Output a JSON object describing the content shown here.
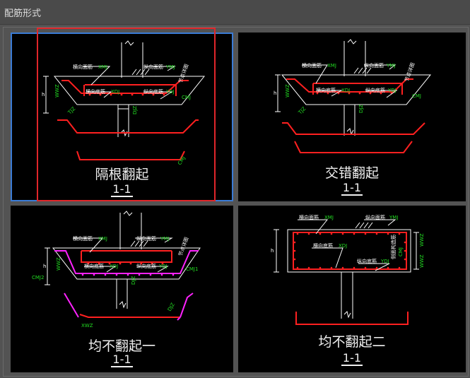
{
  "title": "配筋形式",
  "options": [
    {
      "caption": "隔根翻起",
      "section": "1-1",
      "labels": {
        "top_lateral": "横向面筋",
        "top_lateral_code": "XMJ",
        "top_long": "纵向面筋",
        "top_long_code": "YMJ",
        "bot_lateral": "横向底筋",
        "bot_lateral_code": "XDJ",
        "bot_long": "纵向底筋",
        "bot_long_code": "YDJ",
        "side": "CMJ",
        "hook": "WWZ",
        "anchor": "DJZ",
        "slope": "TJZ",
        "depth": "h",
        "note": "节点详图"
      }
    },
    {
      "caption": "交错翻起",
      "section": "1-1",
      "labels": {
        "top_lateral": "横向面筋",
        "top_lateral_code": "XMJ",
        "top_long": "纵向面筋",
        "top_long_code": "YMJ",
        "bot_lateral": "横向底筋",
        "bot_lateral_code": "XDJ",
        "bot_long": "纵向底筋",
        "bot_long_code": "YDJ",
        "side": "CMJ",
        "hook": "WWZ",
        "anchor": "DJZ",
        "slope": "TJZ",
        "depth": "h",
        "note": "节点详图"
      }
    },
    {
      "caption": "均不翻起一",
      "section": "1-1",
      "labels": {
        "top_lateral": "横向面筋",
        "top_lateral_code": "XMJ",
        "top_long": "纵向面筋",
        "top_long_code": "YMJ",
        "bot_lateral": "横向底筋",
        "bot_lateral_code": "XDJ",
        "bot_long": "纵向底筋",
        "bot_long_code": "YDJ",
        "side1": "CMJ1",
        "side2": "CMJ2",
        "hook": "WWZ",
        "anchor": "DJZ",
        "bottom": "XWZ",
        "depth": "h",
        "note": "节点详图"
      }
    },
    {
      "caption": "均不翻起二",
      "section": "1-1",
      "labels": {
        "top_lateral": "横向面筋",
        "top_lateral_code": "XMJ",
        "top_long": "纵向面筋",
        "top_long_code": "YMJ",
        "bot_lateral": "横向底筋",
        "bot_lateral_code": "XDJ",
        "bot_long": "纵向底筋",
        "bot_long_code": "YDJ",
        "side_note": "侧面构造筋",
        "side_code": "CMJ",
        "hook1": "WWZ",
        "hook2": "WWZ",
        "depth": "h"
      }
    }
  ],
  "selected_index": 0,
  "colors": {
    "selection_border": "#3a7bd5",
    "highlight": "#e0262a",
    "rebar_red": "#ff2020",
    "rebar_magenta": "#ff22ff",
    "annotation_green": "#22dd22"
  }
}
